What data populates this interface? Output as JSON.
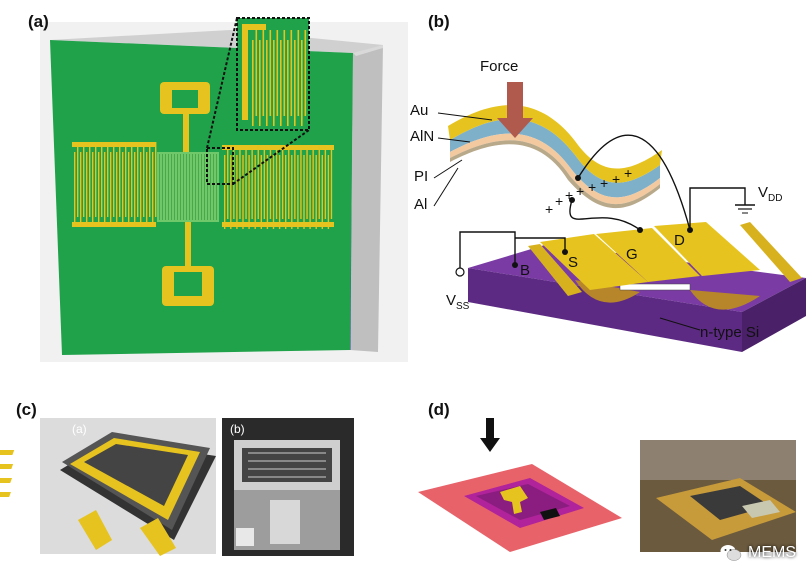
{
  "panels": {
    "a": {
      "label": "(a)"
    },
    "b": {
      "label": "(b)",
      "force": "Force",
      "layers": [
        "Au",
        "AlN",
        "PI",
        "Al"
      ],
      "terminals": {
        "b": "B",
        "s": "S",
        "g": "G",
        "d": "D"
      },
      "vdd": {
        "main": "V",
        "sub": "DD"
      },
      "vss": {
        "main": "V",
        "sub": "SS"
      },
      "substrate": "n-type Si"
    },
    "c": {
      "label": "(c)",
      "inset_a": "(a)",
      "inset_b": "(b)"
    },
    "d": {
      "label": "(d)"
    }
  },
  "watermark": {
    "text": "MEMS",
    "icon": "wechat-icon"
  },
  "colors": {
    "green": "#1fa24a",
    "gold": "#e6c31e",
    "purple": "#5d2a83",
    "pink": "#e8626a",
    "magenta": "#b0239a"
  }
}
